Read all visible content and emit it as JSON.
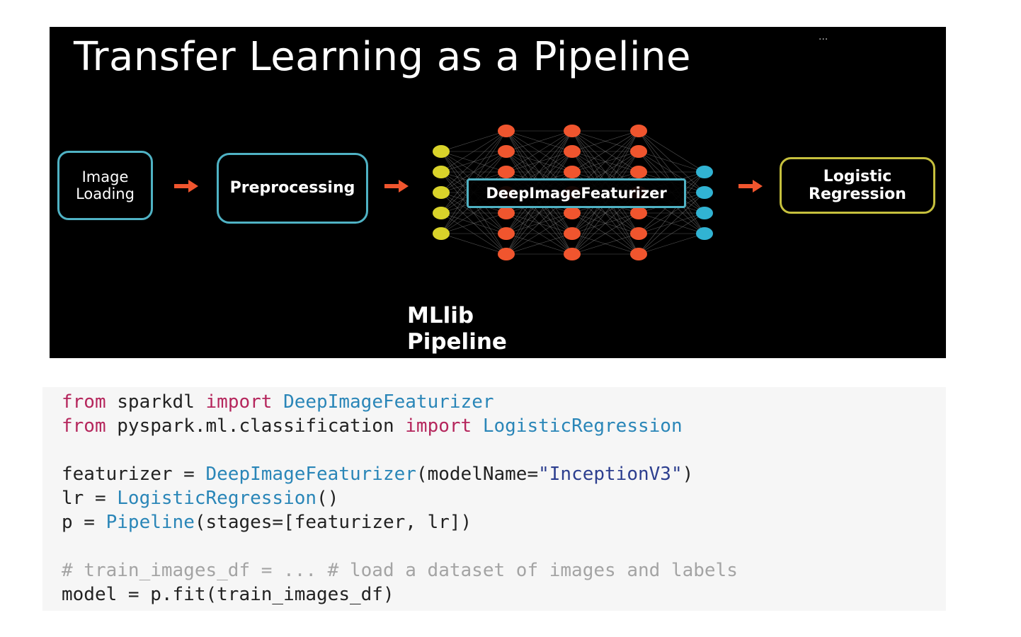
{
  "slide": {
    "title": "Transfer Learning as a Pipeline",
    "dots": "...",
    "stages": {
      "image_loading": "Image Loading",
      "preprocessing": "Preprocessing",
      "featurizer": "DeepImageFeaturizer",
      "logistic": "Logistic Regression"
    },
    "mllib_line1": "MLlib",
    "mllib_line2": "Pipeline"
  },
  "colors": {
    "input_node": "#d9d32a",
    "hidden_node": "#f0552e",
    "output_node": "#31b3d3",
    "arrow": "#f0552e",
    "stage_border": "#4fb2c4",
    "final_border": "#c6c03d"
  },
  "code": {
    "line1": {
      "kw1": "from",
      "mod": " sparkdl ",
      "kw2": "import",
      "cls": " DeepImageFeaturizer"
    },
    "line2": {
      "kw1": "from",
      "mod": " pyspark.ml.classification ",
      "kw2": "import",
      "cls": " LogisticRegression"
    },
    "line4": {
      "pre": "featurizer = ",
      "cls": "DeepImageFeaturizer",
      "mid": "(modelName=",
      "str": "\"InceptionV3\"",
      "post": ")"
    },
    "line5": {
      "pre": "lr = ",
      "cls": "LogisticRegression",
      "post": "()"
    },
    "line6": {
      "pre": "p = ",
      "cls": "Pipeline",
      "post": "(stages=[featurizer, lr])"
    },
    "line8": {
      "cmt": "# train_images_df = ... # load a dataset of images and labels"
    },
    "line9": {
      "text": "model = p.fit(train_images_df)"
    }
  }
}
